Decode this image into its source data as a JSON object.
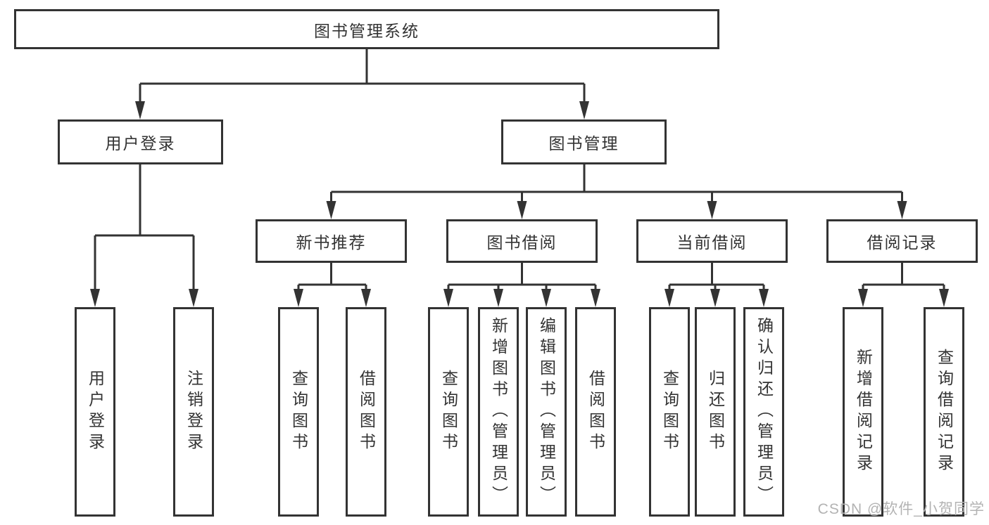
{
  "tree": {
    "root": {
      "label": "图书管理系统",
      "children": [
        {
          "label": "用户登录",
          "children": [
            {
              "label": "用户登录"
            },
            {
              "label": "注销登录"
            }
          ]
        },
        {
          "label": "图书管理",
          "children": [
            {
              "label": "新书推荐",
              "children": [
                {
                  "label": "查询图书"
                },
                {
                  "label": "借阅图书"
                }
              ]
            },
            {
              "label": "图书借阅",
              "children": [
                {
                  "label": "查询图书"
                },
                {
                  "label": "新增图书（管理员）"
                },
                {
                  "label": "编辑图书（管理员）"
                },
                {
                  "label": "借阅图书"
                }
              ]
            },
            {
              "label": "当前借阅",
              "children": [
                {
                  "label": "查询图书"
                },
                {
                  "label": "归还图书"
                },
                {
                  "label": "确认归还（管理员）"
                }
              ]
            },
            {
              "label": "借阅记录",
              "children": [
                {
                  "label": "新增借阅记录"
                },
                {
                  "label": "查询借阅记录"
                }
              ]
            }
          ]
        }
      ]
    }
  },
  "watermark": {
    "text": "CSDN @软件_小贺同学"
  },
  "colors": {
    "line": "#333333",
    "box_fill": "#ffffff",
    "text": "#333333",
    "watermark": "#b3b3b3"
  }
}
